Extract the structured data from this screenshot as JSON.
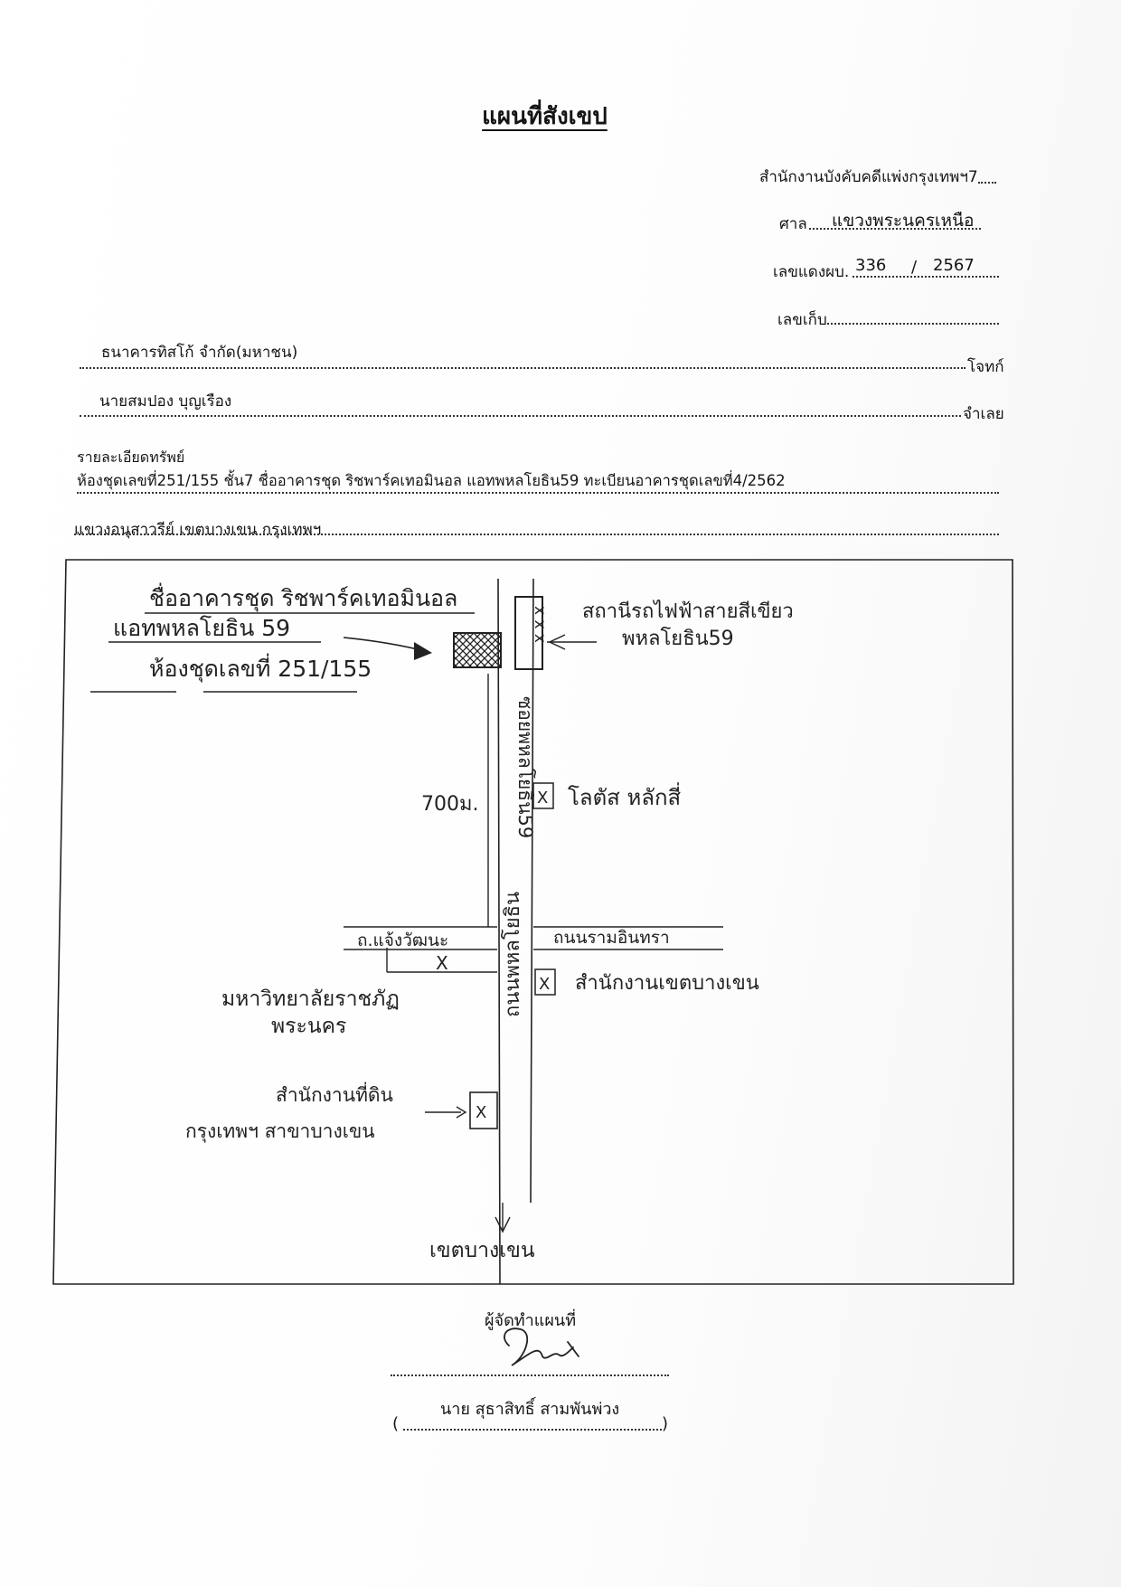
{
  "title": "แผนที่สังเขป",
  "office": "สำนักงานบังคับคดีแพ่งกรุงเทพฯ7",
  "court": {
    "label": "ศาล",
    "value": "แขวงพระนครเหนือ"
  },
  "case_red": {
    "label": "เลขแดงผบ.",
    "number": "336",
    "separator": "/",
    "year": "2567"
  },
  "case_storage": {
    "label": "เลขเก็บ"
  },
  "plaintiff": {
    "name": "ธนาคารทิสโก้ จำกัด(มหาชน)",
    "role": "โจทก์"
  },
  "defendant": {
    "name": "นายสมปอง บุญเรือง",
    "role": "จำเลย"
  },
  "property": {
    "heading": "รายละเอียดทรัพย์",
    "line1": "ห้องชุดเลขที่251/155 ชั้น7 ชื่ออาคารชุด ริชพาร์คเทอมินอล แอทพหลโยธิน59 ทะเบียนอาคารชุดเลขที่4/2562",
    "line2": "แขวงอนุสาวรีย์ เขตบางเขน กรุงเทพฯ"
  },
  "map": {
    "building_label_1": "ชื่ออาคารชุด ริชพาร์คเทอมินอล",
    "building_label_2": "แอทพหลโยธิน 59",
    "building_label_3": "ห้องชุดเลขที่ 251/155",
    "station_1": "สถานีรถไฟฟ้าสายสีเขียว",
    "station_2": "พหลโยธิน59",
    "station_marks": "x x x",
    "lane_label": "ซอยพหลโยธิน59",
    "distance": "700ม.",
    "mark": "X",
    "lotus": "โลตัส หลักสี่",
    "road_left": "ถ.แจ้งวัฒนะ",
    "road_right": "ถนนรามอินทรา",
    "main_road": "ถนนพหลโยธิน",
    "district_office": "สำนักงานเขตบางเขน",
    "university_1": "มหาวิทยาลัยราชภัฏ",
    "university_2": "พระนคร",
    "land_office_1": "สำนักงานที่ดิน",
    "land_office_2": "กรุงเทพฯ สาขาบางเขน",
    "bottom": "เขตบางเขน"
  },
  "signature": {
    "caption": "ผู้จัดทำแผนที่",
    "name": "นาย สุธาสิทธิ์ สามพันพ่วง",
    "open_paren": "(",
    "close_paren": ")"
  }
}
